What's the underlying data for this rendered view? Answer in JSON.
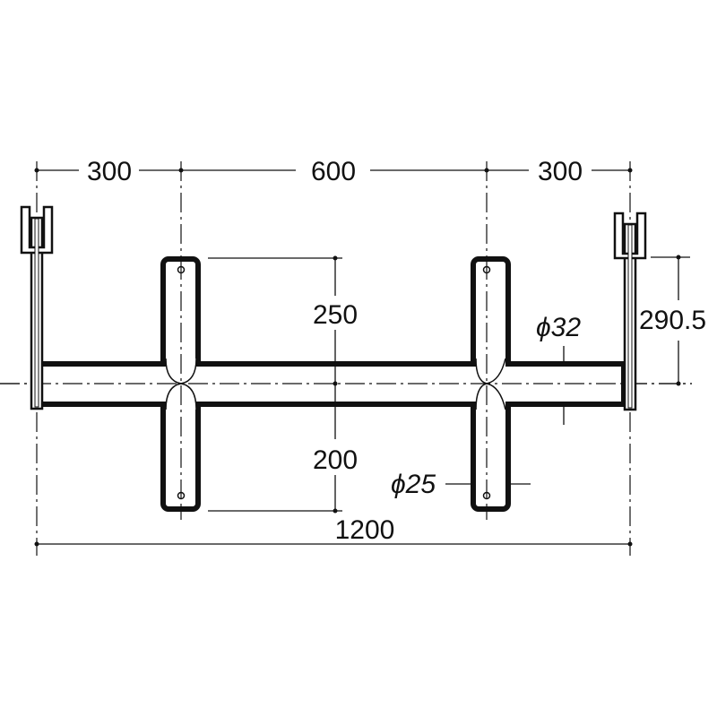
{
  "dimensions": {
    "left_span": "300",
    "center_span": "600",
    "right_span": "300",
    "upper_arm": "250",
    "lower_arm": "200",
    "overall_width": "1200",
    "bracket_height": "290.5",
    "main_tube_diameter": "ϕ32",
    "arm_tube_diameter": "ϕ25"
  },
  "colors": {
    "line": "#111111",
    "background": "#ffffff"
  }
}
